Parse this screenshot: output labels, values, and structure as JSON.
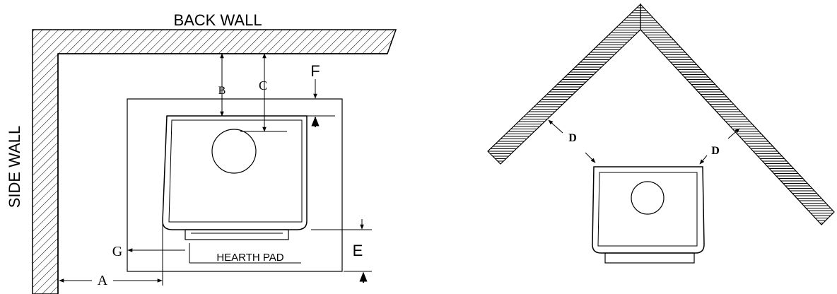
{
  "labels": {
    "back_wall": "BACK WALL",
    "side_wall": "SIDE WALL",
    "hearth_pad": "HEARTH PAD",
    "a": "A",
    "b": "B",
    "c": "C",
    "d": "D",
    "e": "E",
    "f": "F",
    "g": "G"
  }
}
